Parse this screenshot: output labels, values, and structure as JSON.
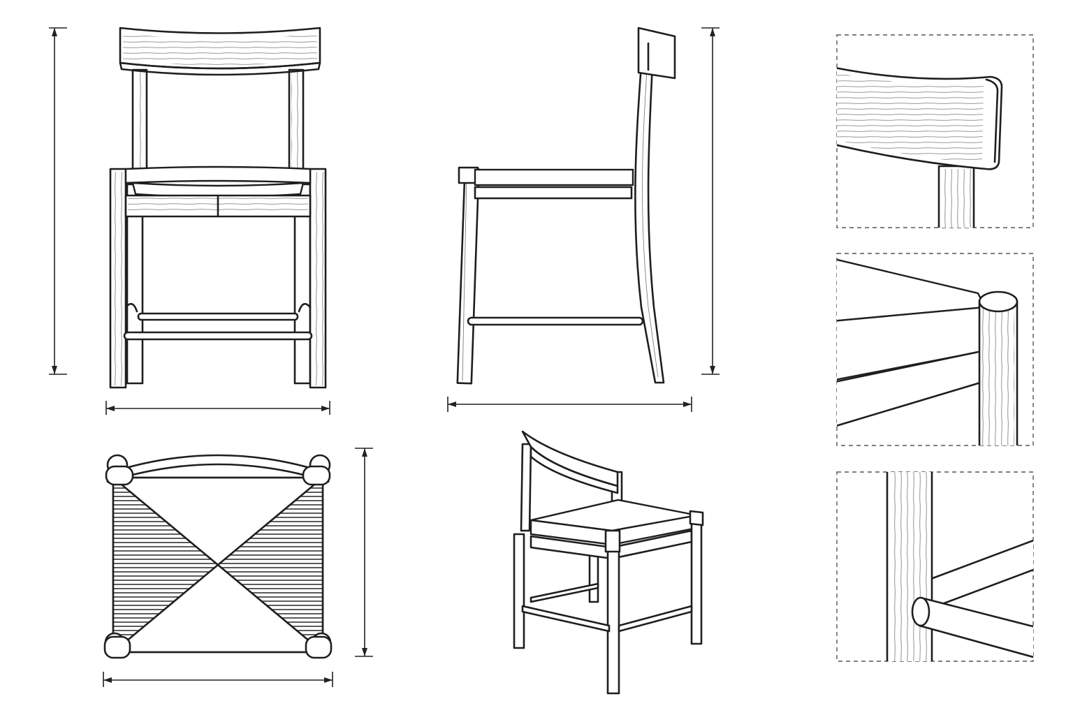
{
  "colors": {
    "line": "#1e1e1e",
    "paper": "#ffffff",
    "guide": "#555555"
  },
  "views": [
    {
      "id": "front",
      "label": ""
    },
    {
      "id": "side",
      "label": ""
    },
    {
      "id": "top",
      "label": ""
    },
    {
      "id": "perspective",
      "label": ""
    }
  ],
  "details": [
    {
      "id": "backrest-joint"
    },
    {
      "id": "seat-corner"
    },
    {
      "id": "leg-stretcher-joint"
    }
  ]
}
